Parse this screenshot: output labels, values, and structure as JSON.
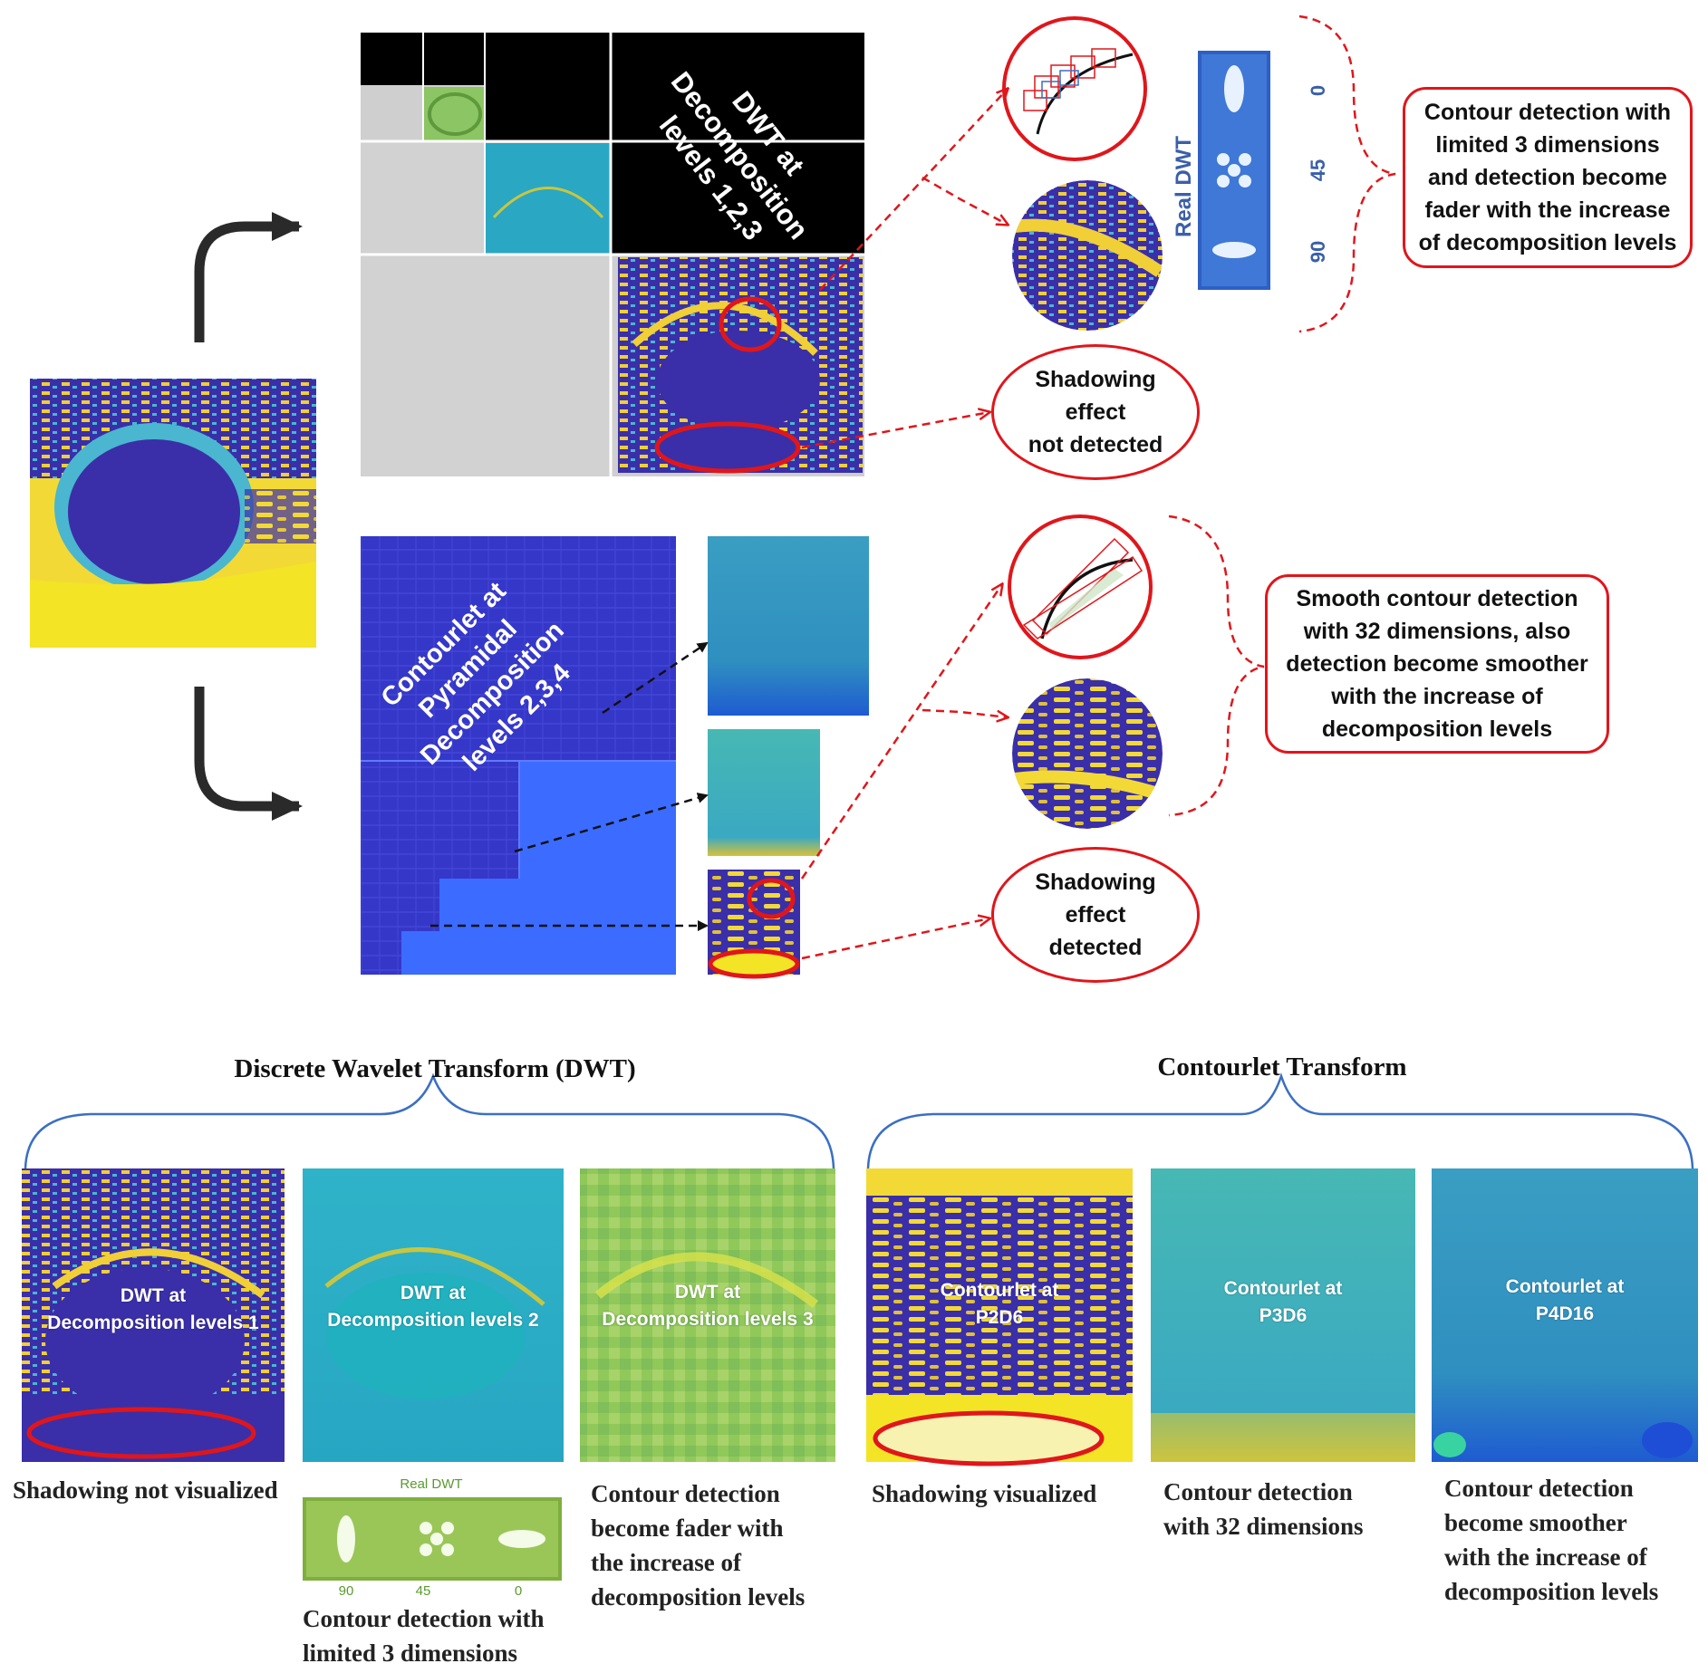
{
  "top": {
    "dwt_label": [
      "DWT at",
      "Decomposition",
      "levels 1,2,3"
    ],
    "contourlet_label": [
      "Contourlet at",
      "Pyramidal",
      "Decomposition",
      "levels 2,3,4"
    ],
    "real_dwt_title": "Real DWT",
    "real_dwt_ticks": [
      "0",
      "45",
      "90"
    ],
    "dwt_note": [
      "Contour detection with",
      "limited 3 dimensions",
      "and detection become",
      "fader with the increase",
      "of decomposition levels"
    ],
    "contourlet_note": [
      "Smooth contour detection",
      "with 32 dimensions, also",
      "detection become smoother",
      "with the increase of",
      "decomposition levels"
    ],
    "shadow_not_detected": [
      "Shadowing",
      "effect",
      "not detected"
    ],
    "shadow_detected": [
      "Shadowing",
      "effect",
      "detected"
    ]
  },
  "bottom": {
    "dwt_heading": "Discrete Wavelet Transform (DWT)",
    "contourlet_heading": "Contourlet Transform",
    "panels": [
      {
        "label": [
          "DWT at",
          "Decomposition levels 1"
        ]
      },
      {
        "label": [
          "DWT at",
          "Decomposition levels 2"
        ]
      },
      {
        "label": [
          "DWT at",
          "Decomposition levels 3"
        ]
      },
      {
        "label": [
          "Contourlet at",
          "P2D6"
        ]
      },
      {
        "label": [
          "Contourlet at",
          "P3D6"
        ]
      },
      {
        "label": [
          "Contourlet at",
          "P4D16"
        ]
      }
    ],
    "captions": {
      "shadow_not": "Shadowing not visualized",
      "dwt2": [
        "Contour detection with",
        "limited 3 dimensions"
      ],
      "dwt3": [
        "Contour detection",
        "become fader with",
        "the increase of",
        "decomposition levels"
      ],
      "shadow_vis": "Shadowing visualized",
      "c2": [
        "Contour detection",
        "with 32 dimensions"
      ],
      "c3": [
        "Contour detection",
        "become smoother",
        "with the increase of",
        "decomposition levels"
      ]
    },
    "real_dwt_small_title": "Real DWT",
    "real_dwt_small_ticks": [
      "90",
      "45",
      "0"
    ]
  },
  "colors": {
    "accent": "#e0161b",
    "navy": "#3a2fa8",
    "yellow": "#f3d936",
    "brace": "#3a6fc4"
  }
}
